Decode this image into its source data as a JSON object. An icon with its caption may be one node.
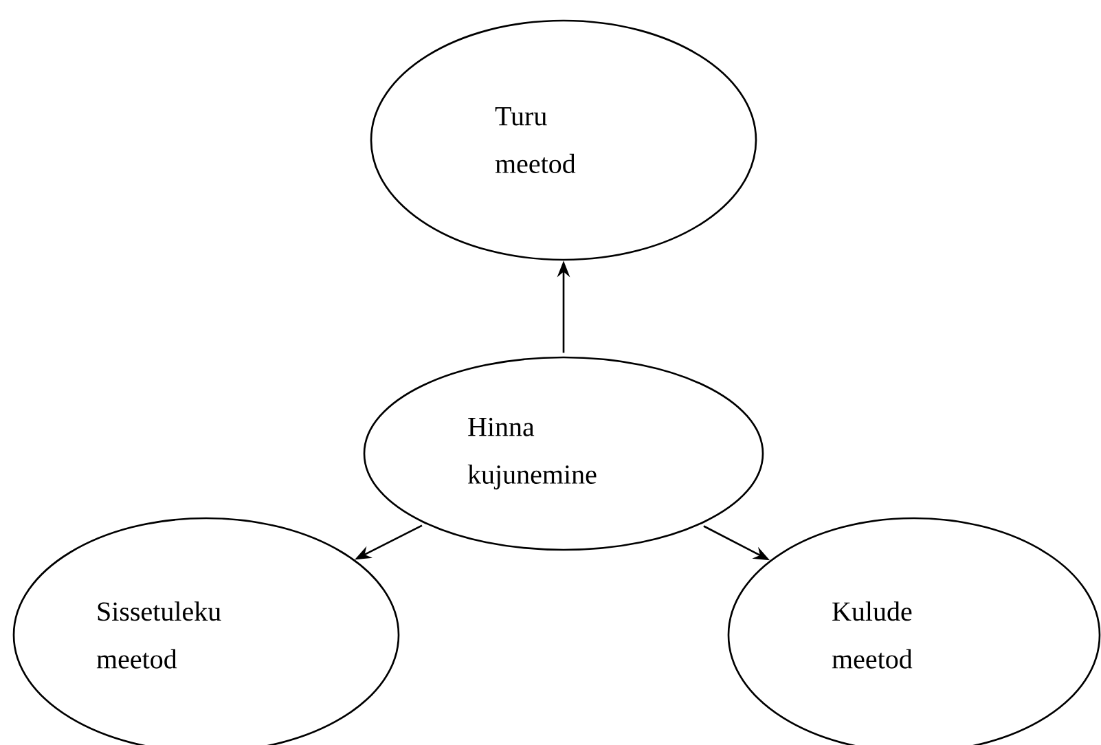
{
  "diagram": {
    "nodes": [
      {
        "text": [
          "Turu meetod"
        ]
      },
      {
        "text": [
          "Hinna kujunemine"
        ]
      },
      {
        "text": [
          "Sissetuleku meetod"
        ]
      },
      {
        "text": [
          "Kulude meetod"
        ]
      }
    ],
    "edges": [
      {
        "from": 1,
        "to": 0,
        "arrow": "to"
      },
      {
        "from": 1,
        "to": 2,
        "arrow": "to"
      },
      {
        "from": 1,
        "to": 3,
        "arrow": "to"
      }
    ]
  }
}
